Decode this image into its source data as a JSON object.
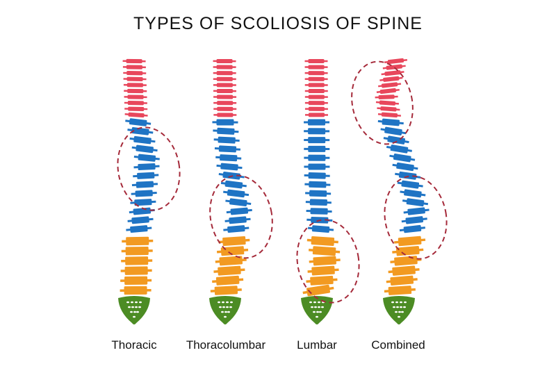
{
  "title": "TYPES OF SCOLIOSIS OF SPINE",
  "colors": {
    "cervical": "#e8475c",
    "thoracic": "#1f74c4",
    "lumbar": "#f29a21",
    "sacrum": "#4c8c24",
    "curve_outline": "#a52a3a"
  },
  "spines": [
    {
      "label": "Thoracic"
    },
    {
      "label": "Thoracolumbar"
    },
    {
      "label": "Lumbar"
    },
    {
      "label": "Combined"
    }
  ]
}
